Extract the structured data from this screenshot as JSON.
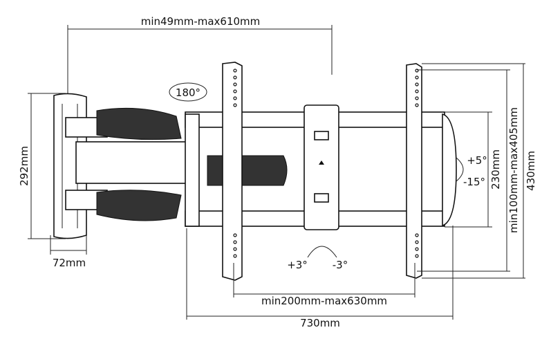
{
  "dimensions": {
    "arm_extension": "min49mm-max610mm",
    "swivel": "180°",
    "wall_plate_height": "292mm",
    "wall_plate_width": "72mm",
    "roll_plus": "+3°",
    "roll_minus": "-3°",
    "horizontal_vesa": "min200mm-max630mm",
    "total_width": "730mm",
    "tilt_up": "+5°",
    "tilt_down": "-15°",
    "bracket_height": "230mm",
    "vertical_vesa": "min100mm-max405mm",
    "total_height": "430mm"
  }
}
